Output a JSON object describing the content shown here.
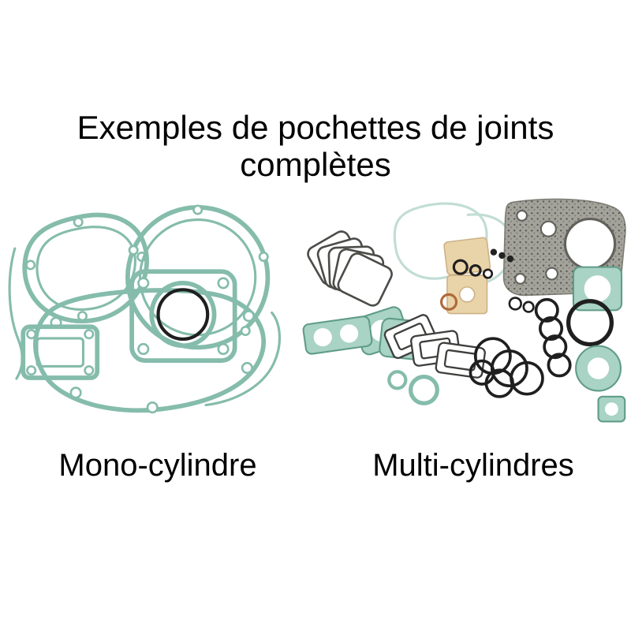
{
  "title": {
    "line1": "Exemples de pochettes de joints",
    "line2": "complètes"
  },
  "labels": {
    "left": "Mono-cylindre",
    "right": "Multi-cylindres"
  },
  "figures": {
    "left": "mono-cylinder-gasket-kit-photo",
    "right": "multi-cylinder-gasket-kit-photo"
  },
  "colors": {
    "gasket_teal": "#85bcab",
    "gasket_teal_dark": "#5f9c8a",
    "gasket_teal_light": "#a9d3c4",
    "oring_black": "#1f1f1f",
    "paper_beige": "#e9d3a8",
    "metal_grey": "#a3a39b",
    "text": "#000000",
    "background": "#ffffff"
  }
}
